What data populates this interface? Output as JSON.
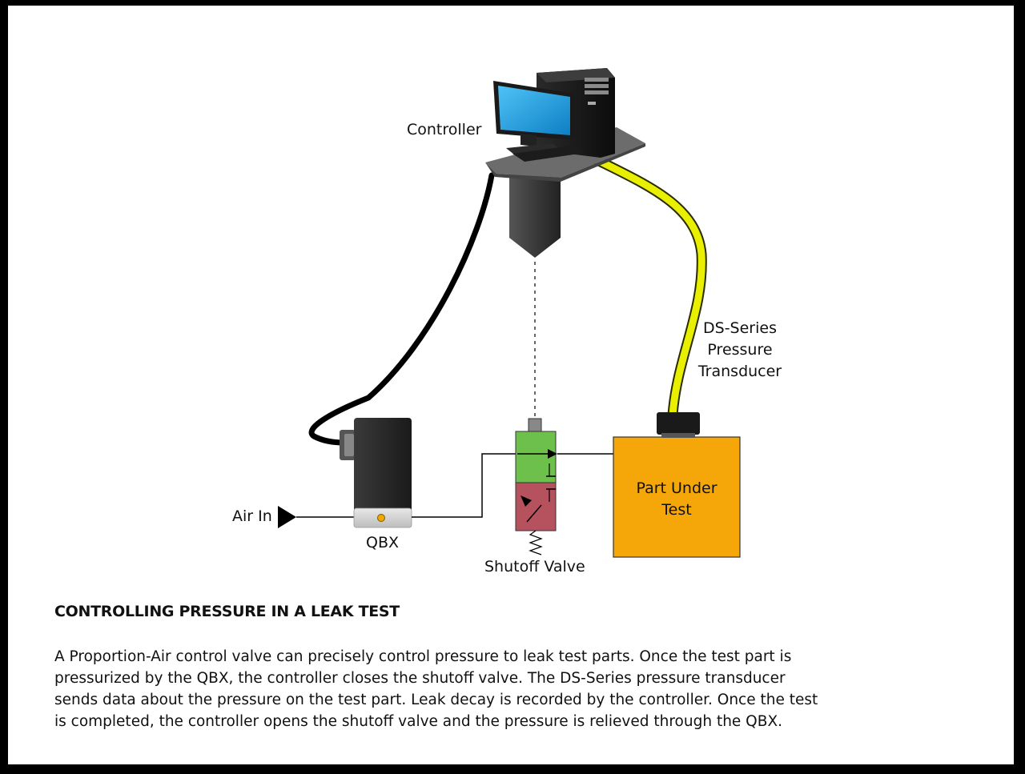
{
  "labels": {
    "controller": "Controller",
    "transducer_line1": "DS-Series",
    "transducer_line2": "Pressure",
    "transducer_line3": "Transducer",
    "air_in": "Air In",
    "qbx": "QBX",
    "shutoff_valve": "Shutoff Valve",
    "part_line1": "Part Under",
    "part_line2": "Test"
  },
  "text": {
    "heading": "CONTROLLING PRESSURE IN A LEAK TEST",
    "description": "A Proportion-Air control valve can precisely control pressure to leak test parts. Once the test part is pressurized by the QBX, the controller closes the shutoff valve. The DS-Series pressure transducer sends data about the pressure on the test part. Leak decay is recorded by the controller. Once the test is completed, the controller opens the shutoff valve and the pressure is relieved through the QBX."
  },
  "colors": {
    "cable_black": "#000000",
    "cable_yellow": "#e8ef00",
    "valve_green": "#6dc04b",
    "valve_red": "#b5525e",
    "part_orange": "#f5a70a",
    "screen_blue": "#1e9ee0"
  }
}
